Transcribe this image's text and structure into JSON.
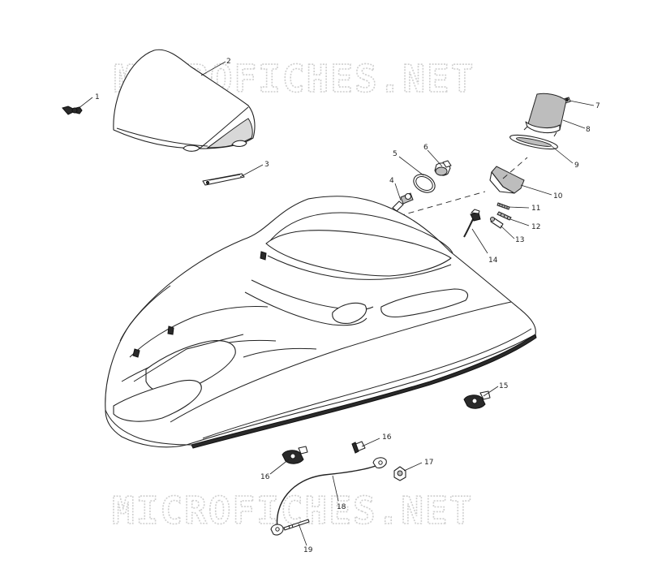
{
  "watermark": {
    "text": "MICROFICHES.NET"
  },
  "callouts": [
    {
      "id": "1",
      "label": "1"
    },
    {
      "id": "2",
      "label": "2"
    },
    {
      "id": "3",
      "label": "3"
    },
    {
      "id": "4",
      "label": "4"
    },
    {
      "id": "5",
      "label": "5"
    },
    {
      "id": "6",
      "label": "6"
    },
    {
      "id": "7",
      "label": "7"
    },
    {
      "id": "8",
      "label": "8"
    },
    {
      "id": "9",
      "label": "9"
    },
    {
      "id": "10",
      "label": "10"
    },
    {
      "id": "11",
      "label": "11"
    },
    {
      "id": "12",
      "label": "12"
    },
    {
      "id": "13",
      "label": "13"
    },
    {
      "id": "14",
      "label": "14"
    },
    {
      "id": "15",
      "label": "15"
    },
    {
      "id": "16a",
      "label": "16"
    },
    {
      "id": "16b",
      "label": "16"
    },
    {
      "id": "17",
      "label": "17"
    },
    {
      "id": "18",
      "label": "18"
    },
    {
      "id": "19",
      "label": "19"
    }
  ]
}
